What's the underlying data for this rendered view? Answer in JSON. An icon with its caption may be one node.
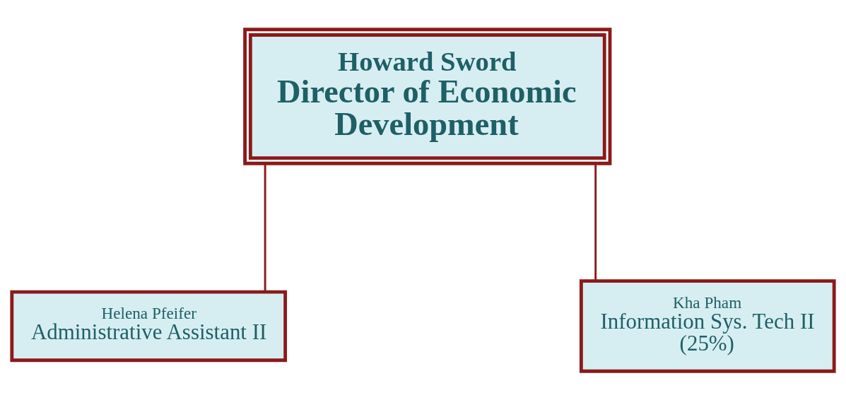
{
  "diagram": {
    "nodes": [
      {
        "text": [
          "Howard Sword",
          "Director of Economic Development"
        ]
      },
      {
        "text": [
          "Helena Pfeifer",
          "Administrative Assistant II"
        ]
      },
      {
        "text": [
          "Kha Pham",
          "Information Sys. Tech II (25%)"
        ]
      }
    ],
    "edges": [
      {
        "from": 0,
        "to": 1,
        "arrow": "none"
      },
      {
        "from": 0,
        "to": 2,
        "arrow": "none"
      }
    ]
  }
}
